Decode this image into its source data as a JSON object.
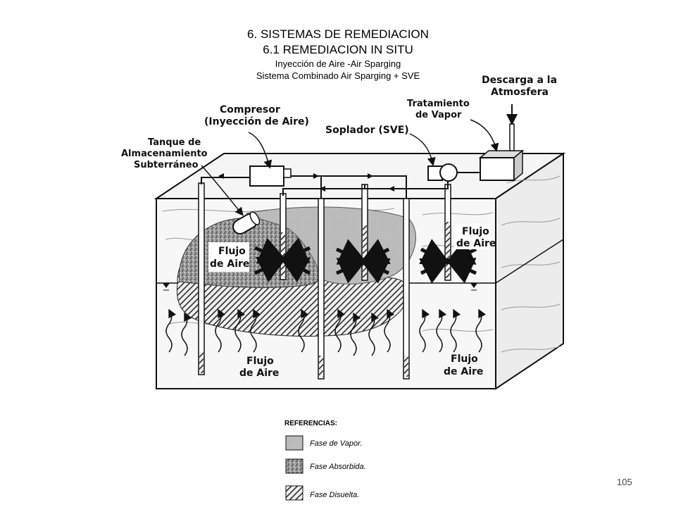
{
  "title": {
    "line1": "6. SISTEMAS DE REMEDIACION",
    "line2": "6.1 REMEDIACION IN SITU",
    "line3": "Inyección de Aire -Air Sparging",
    "line4": "Sistema Combinado Air Sparging + SVE"
  },
  "labels": {
    "compresor_1": "Compresor",
    "compresor_2": "(Inyección de Aire)",
    "tanque_1": "Tanque de",
    "tanque_2": "Almacenamiento",
    "tanque_3": "Subterráneo",
    "soplador": "Soplador (SVE)",
    "tratamiento_1": "Tratamiento",
    "tratamiento_2": "de Vapor",
    "descarga_1": "Descarga a la",
    "descarga_2": "Atmosfera",
    "flujo_left_1": "Flujo",
    "flujo_left_2": "de Aire",
    "flujo_right_1": "Flujo",
    "flujo_right_2": "de Aire",
    "flujo_bottom_left_1": "Flujo",
    "flujo_bottom_left_2": "de Aire",
    "flujo_bottom_right_1": "Flujo",
    "flujo_bottom_right_2": "de Aire"
  },
  "legend": {
    "title": "REFERENCIAS:",
    "items": [
      "Fase de Vapor.",
      "Fase Absorbida.",
      "Fase Disuelta."
    ]
  },
  "page_number": "105"
}
